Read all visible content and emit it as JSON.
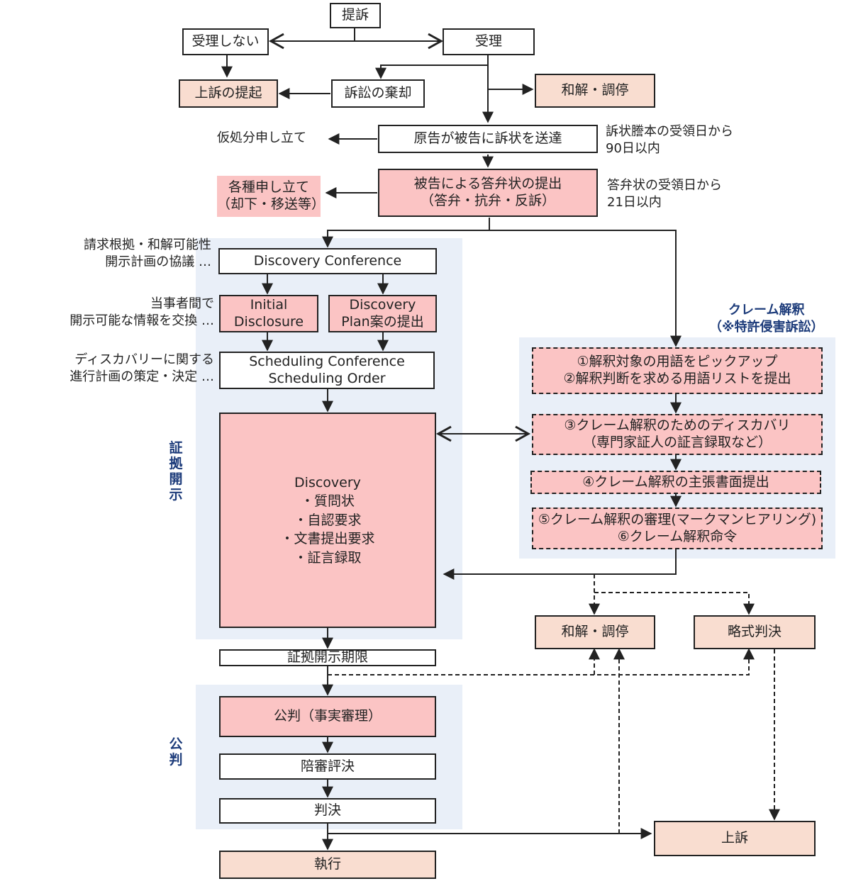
{
  "nodes": {
    "filing": "提訴",
    "not_accepted": "受理しない",
    "accepted": "受理",
    "appeal_top": "上訴の提起",
    "dismissal": "訴訟の棄却",
    "settlement_top": "和解・調停",
    "complaint": "原告が被告に訴状を送達",
    "answer": "被告による答弁状の提出\n（答弁・抗弁・反訴）",
    "motions": "各種申し立て\n（却下・移送等）",
    "disc_conf": "Discovery Conference",
    "initial": "Initial\nDisclosure",
    "disc_plan": "Discovery\nPlan案の提出",
    "scheduling": "Scheduling Conference\nScheduling Order",
    "discovery": "Discovery\n・質問状\n・自認要求\n・文書提出要求\n・証言録取",
    "deadline": "証拠開示期限",
    "trial": "公判（事実審理）",
    "verdict": "陪審評決",
    "judgment": "判決",
    "execution": "執行",
    "claim1": "①解釈対象の用語をピックアップ\n②解釈判断を求める用語リストを提出",
    "claim3": "③クレーム解釈のためのディスカバリ\n（専門家証人の証言録取など）",
    "claim4": "④クレーム解釈の主張書面提出",
    "claim5": "⑤クレーム解釈の審理(マークマンヒアリング)\n⑥クレーム解釈命令",
    "settlement_mid": "和解・調停",
    "summary": "略式判決",
    "appeal_bottom": "上訴"
  },
  "annotations": {
    "provisional": "仮処分申し立て",
    "complaint_deadline": "訴状謄本の受領日から\n90日以内",
    "answer_deadline": "答弁状の受領日から\n21日以内",
    "note1": "請求根拠・和解可能性\n開示計画の協議 …",
    "note2": "当事者間で\n開示可能な情報を交換 …",
    "note3": "ディスカバリーに関する\n進行計画の策定・決定 …",
    "claim_title": "クレーム解釈\n（※特許侵害訴訟）"
  },
  "phases": {
    "discovery": "証拠開示",
    "trial": "公判"
  },
  "colors": {
    "pink": "#fbc4c4",
    "peach": "#f9ddd0",
    "zone": "#e9eff8",
    "label_blue": "#1c3b7a"
  }
}
